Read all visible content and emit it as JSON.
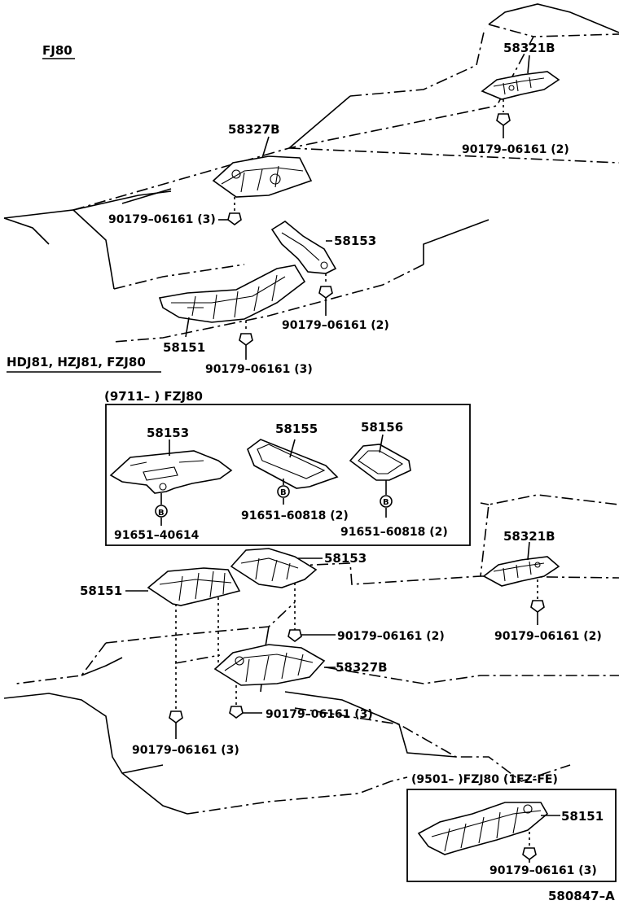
{
  "sections": {
    "fj80": "FJ80",
    "hdj81": "HDJ81, HZJ81, FZJ80",
    "box_9711": "(9711–      ) FZJ80",
    "box_9501": "(9501–      )FZJ80 (1FZ-FE)"
  },
  "top": {
    "p58321b": "58321B",
    "b58321b": "90179–06161 (2)",
    "p58327b": "58327B",
    "b58327b": "90179–06161 (3)",
    "p58153": "58153",
    "b58153": "90179–06161 (2)",
    "p58151": "58151",
    "b58151": "90179–06161 (3)"
  },
  "inset_9711": {
    "p58153": "58153",
    "p58155": "58155",
    "p58156": "58156",
    "b1": "91651–40614",
    "b2": "91651–60818 (2)",
    "b3": "91651–60818 (2)",
    "b_mark": "B"
  },
  "bottom": {
    "p58321b": "58321B",
    "b58321b": "90179–06161 (2)",
    "p58153": "58153",
    "b58153": "90179–06161 (2)",
    "p58151": "58151",
    "p58327b": "58327B",
    "b58327b": "90179–06161 (3)",
    "b58151": "90179–06161 (3)"
  },
  "inset_9501": {
    "p58151": "58151",
    "b58151": "90179–06161 (3)"
  },
  "figure_code": "580847–A"
}
